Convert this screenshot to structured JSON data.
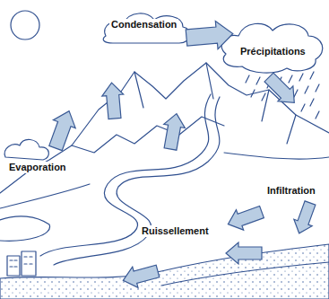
{
  "diagram": {
    "labels": [
      "Condensation",
      "Précipitations",
      "Evaporation",
      "Infiltration",
      "Ruissellement"
    ]
  }
}
